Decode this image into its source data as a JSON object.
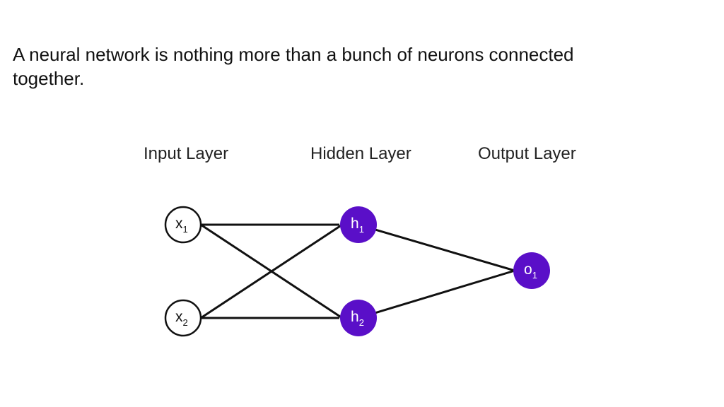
{
  "caption": "A neural network is nothing more than a bunch of neurons connected together.",
  "layers": {
    "input": "Input Layer",
    "hidden": "Hidden Layer",
    "output": "Output Layer"
  },
  "nodes": {
    "x1": {
      "main": "x",
      "sub": "1"
    },
    "x2": {
      "main": "x",
      "sub": "2"
    },
    "h1": {
      "main": "h",
      "sub": "1"
    },
    "h2": {
      "main": "h",
      "sub": "2"
    },
    "o1": {
      "main": "o",
      "sub": "1"
    }
  },
  "colors": {
    "neuron_fill": "#5a0fc8",
    "neuron_text": "#ffffff",
    "edge": "#111111"
  }
}
